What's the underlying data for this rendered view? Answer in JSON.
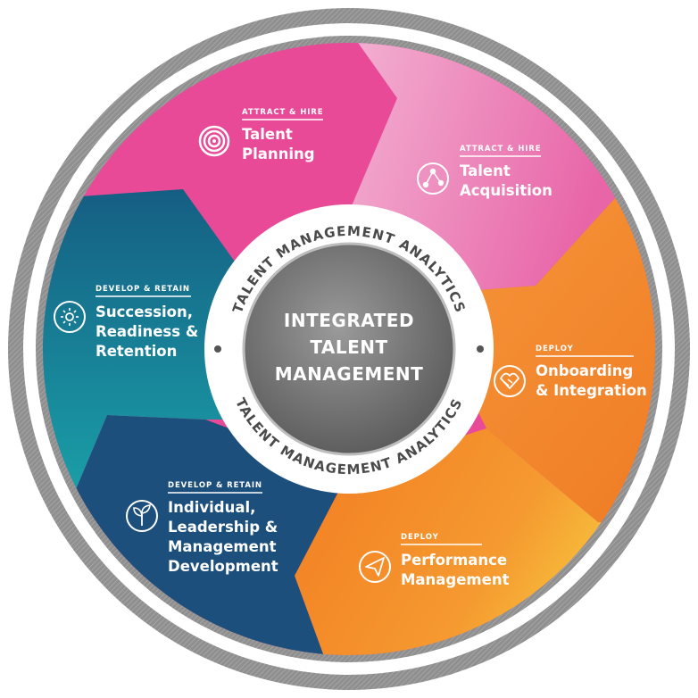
{
  "center": {
    "lines": [
      "INTEGRATED",
      "TALENT",
      "MANAGEMENT"
    ],
    "ring_top": "TALENT MANAGEMENT ANALYTICS",
    "ring_bottom": "TALENT MANAGEMENT ANALYTICS"
  },
  "segments": [
    {
      "id": "talent-planning",
      "category": "ATTRACT & HIRE",
      "title": [
        "Talent",
        "Planning"
      ],
      "icon": "target-icon",
      "color": "#e84a98"
    },
    {
      "id": "talent-acquisition",
      "category": "ATTRACT & HIRE",
      "title": [
        "Talent",
        "Acquisition"
      ],
      "icon": "network-icon",
      "color": "#ec87bd"
    },
    {
      "id": "onboarding-integration",
      "category": "DEPLOY",
      "title": [
        "Onboarding",
        "& Integration"
      ],
      "icon": "handshake-icon",
      "color": "#f28a2e"
    },
    {
      "id": "performance-management",
      "category": "DEPLOY",
      "title": [
        "Performance",
        "Management"
      ],
      "icon": "paper-plane-icon",
      "color": "#f5a033"
    },
    {
      "id": "individual-leadership-development",
      "category": "DEVELOP & RETAIN",
      "title": [
        "Individual,",
        "Leadership &",
        "Management",
        "Development"
      ],
      "icon": "sprout-icon",
      "color": "#1e4d7a"
    },
    {
      "id": "succession-readiness-retention",
      "category": "DEVELOP & RETAIN",
      "title": [
        "Succession,",
        "Readiness &",
        "Retention"
      ],
      "icon": "sun-icon",
      "color": "#16668a"
    }
  ]
}
